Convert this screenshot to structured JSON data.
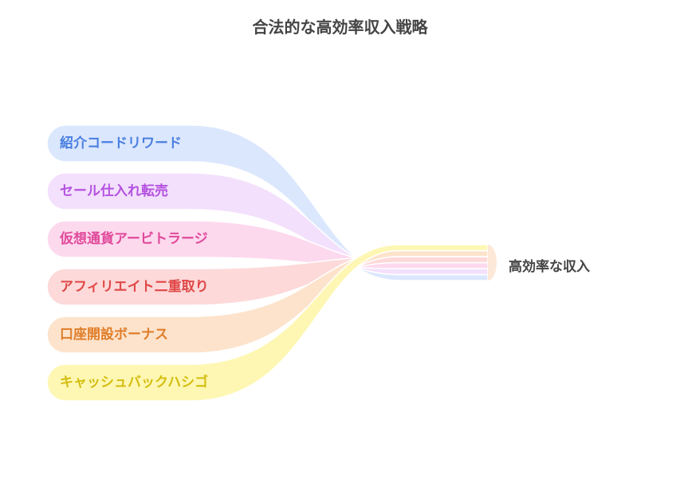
{
  "title": "合法的な高効率収入戦略",
  "target": "高効率な収入",
  "sources": [
    {
      "label": "紹介コードリワード",
      "fill": "#dbe7fd",
      "text": "#4a7fe0"
    },
    {
      "label": "セール仕入れ転売",
      "fill": "#f3e0fc",
      "text": "#b452e0"
    },
    {
      "label": "仮想通貨アービトラージ",
      "fill": "#fdd9ee",
      "text": "#e0499a"
    },
    {
      "label": "アフィリエイト二重取り",
      "fill": "#fdd9d9",
      "text": "#e04848"
    },
    {
      "label": "口座開設ボーナス",
      "fill": "#fde3cc",
      "text": "#e07e2a"
    },
    {
      "label": "キャッシュバックハシゴ",
      "fill": "#fef7b3",
      "text": "#d4bd10"
    }
  ]
}
